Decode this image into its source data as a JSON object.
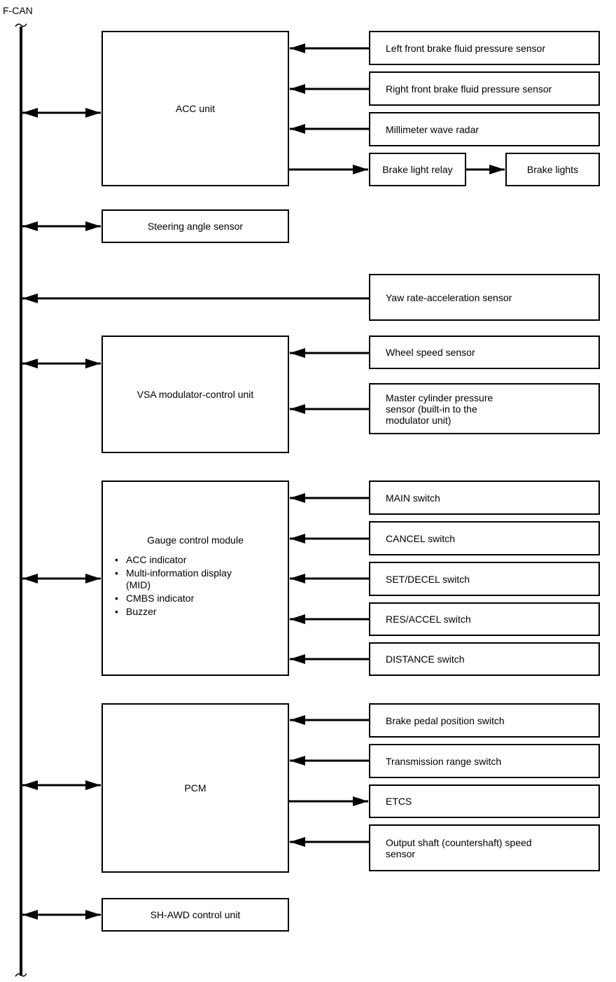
{
  "bus_label": "F-CAN",
  "units": {
    "acc": "ACC unit",
    "steering": "Steering angle sensor",
    "vsa": "VSA modulator-control unit",
    "gauge": {
      "title": "Gauge control module",
      "items": [
        "ACC indicator",
        "Multi-information display\n(MID)",
        "CMBS indicator",
        "Buzzer"
      ]
    },
    "pcm": "PCM",
    "shawd": "SH-AWD control unit"
  },
  "sensors": {
    "lf_brake_pressure": "Left front brake fluid pressure sensor",
    "rf_brake_pressure": "Right front brake fluid pressure sensor",
    "mm_radar": "Millimeter wave radar",
    "brake_light_relay": "Brake light relay",
    "brake_lights": "Brake lights",
    "yaw_rate": "Yaw rate-acceleration sensor",
    "wheel_speed": "Wheel speed sensor",
    "master_cyl": "Master cylinder pressure\nsensor (built-in to the\nmodulator unit)",
    "main_switch": "MAIN switch",
    "cancel_switch": "CANCEL switch",
    "set_decel": "SET/DECEL switch",
    "res_accel": "RES/ACCEL switch",
    "distance": "DISTANCE switch",
    "brake_pedal": "Brake pedal position switch",
    "trans_range": "Transmission range switch",
    "etcs": "ETCS",
    "output_shaft": "Output shaft (countershaft) speed\nsensor"
  },
  "colors": {
    "line": "#000000",
    "background": "#ffffff"
  }
}
